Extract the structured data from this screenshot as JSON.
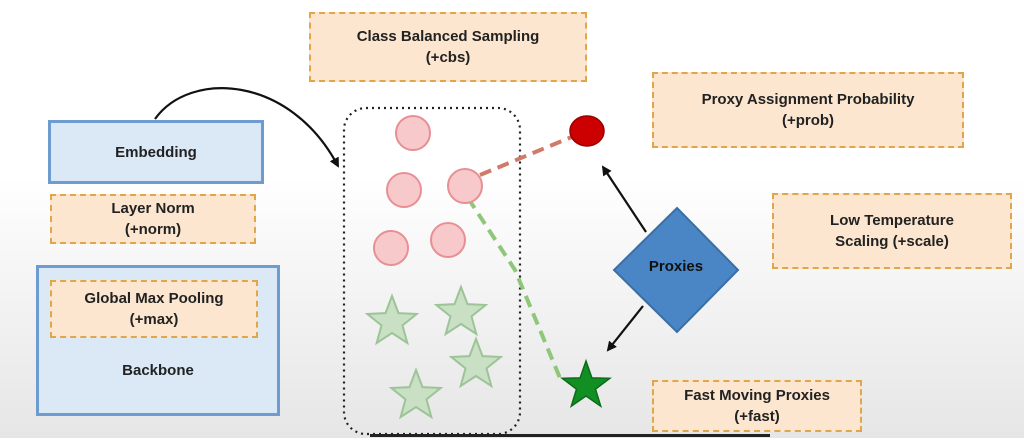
{
  "boxes": {
    "cbs": [
      "Class Balanced Sampling",
      "(+cbs)"
    ],
    "prob": [
      "Proxy Assignment Probability",
      "(+prob)"
    ],
    "scale": [
      "Low Temperature",
      "Scaling (+scale)"
    ],
    "fast": [
      "Fast Moving Proxies",
      "(+fast)"
    ],
    "embedding": "Embedding",
    "norm": [
      "Layer Norm",
      "(+norm)"
    ],
    "max": [
      "Global Max Pooling",
      "(+max)"
    ],
    "backbone": "Backbone"
  },
  "proxies": "Proxies",
  "colors": {
    "circle_fill": "#f7c9cb",
    "circle_stroke": "#e88f95",
    "star_fill": "#c9e0c5",
    "star_stroke": "#9cc497",
    "red_proxy": "#cc0000",
    "green_proxy": "#118f22",
    "diamond_fill": "#4a86c5",
    "red_dash": "#d07a6a",
    "green_dash": "#8ec77a"
  }
}
